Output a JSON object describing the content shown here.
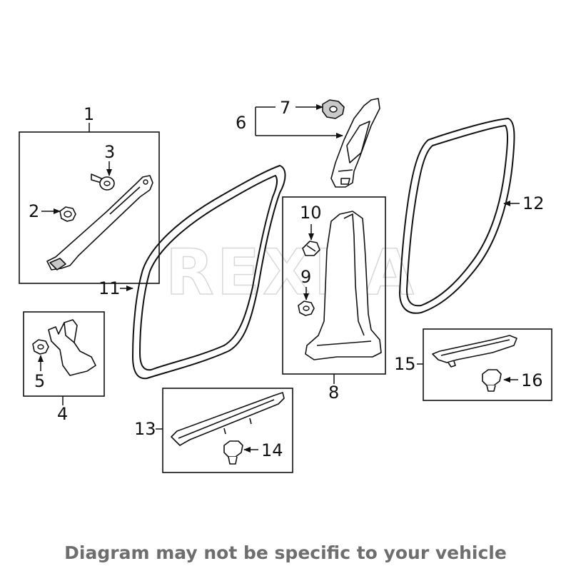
{
  "diagram": {
    "watermark": "REXKA",
    "footer": "Diagram may not be specific to your vehicle",
    "callouts": {
      "c1": "1",
      "c2": "2",
      "c3": "3",
      "c4": "4",
      "c5": "5",
      "c6": "6",
      "c7": "7",
      "c8": "8",
      "c9": "9",
      "c10": "10",
      "c11": "11",
      "c12": "12",
      "c13": "13",
      "c14": "14",
      "c15": "15",
      "c16": "16"
    }
  }
}
